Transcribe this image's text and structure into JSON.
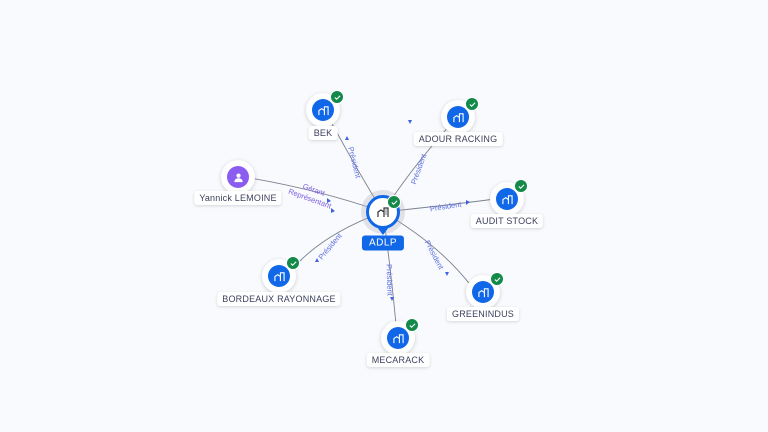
{
  "center": {
    "name": "ADLP",
    "icon": "building-icon",
    "verified": true
  },
  "nodes": [
    {
      "name": "BEK",
      "type": "company",
      "verified": true,
      "relation": "Président"
    },
    {
      "name": "ADOUR RACKING",
      "type": "company",
      "verified": true,
      "relation": "Président"
    },
    {
      "name": "Yannick LEMOINE",
      "type": "person",
      "verified": false,
      "relation": "Gérant",
      "relation2": "Représentant"
    },
    {
      "name": "AUDIT STOCK",
      "type": "company",
      "verified": true,
      "relation": "Président"
    },
    {
      "name": "BORDEAUX RAYONNAGE",
      "type": "company",
      "verified": true,
      "relation": "Président"
    },
    {
      "name": "GREENINDUS",
      "type": "company",
      "verified": true,
      "relation": "Président"
    },
    {
      "name": "MECARACK",
      "type": "company",
      "verified": true,
      "relation": "Président"
    }
  ],
  "colors": {
    "accent": "#1067e8",
    "person": "#8b5cf0",
    "verified": "#13894a",
    "edge_label": "#5a6ee0"
  }
}
